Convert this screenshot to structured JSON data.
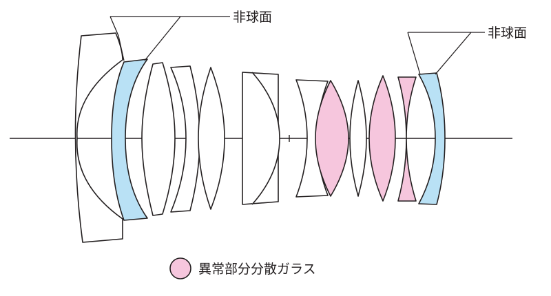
{
  "diagram": {
    "title": "Lens construction diagram",
    "callouts": [
      {
        "id": "front",
        "label": "非球面"
      },
      {
        "id": "rear",
        "label": "非球面"
      }
    ],
    "legend": {
      "label": "異常部分分散ガラス"
    },
    "colors": {
      "aspherical": "#b9e1f5",
      "anomalous_dispersion": "#f6c6dd",
      "line": "#231f20",
      "plain": "#ffffff"
    },
    "elements": [
      {
        "index": 1,
        "type": "aspherical",
        "note": "blue aspherical element"
      },
      {
        "index": 2,
        "type": "plain"
      },
      {
        "index": 3,
        "type": "plain"
      },
      {
        "index": 4,
        "type": "plain"
      },
      {
        "index": 5,
        "type": "plain"
      },
      {
        "index": 6,
        "type": "plain"
      },
      {
        "index": 7,
        "type": "anomalous_dispersion"
      },
      {
        "index": 8,
        "type": "plain"
      },
      {
        "index": 9,
        "type": "anomalous_dispersion"
      },
      {
        "index": 10,
        "type": "anomalous_dispersion"
      },
      {
        "index": 11,
        "type": "aspherical"
      }
    ]
  }
}
